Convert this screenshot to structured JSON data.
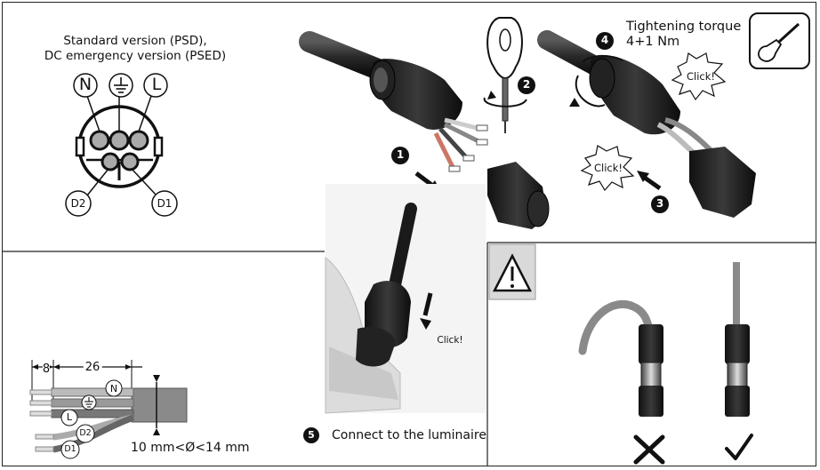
{
  "connector_header": {
    "line1": "Standard version (PSD),",
    "line2": "DC emergency version (PSED)"
  },
  "pins": {
    "n": "N",
    "l": "L",
    "d1": "D1",
    "d2": "D2",
    "ground_symbol": "ground-icon"
  },
  "wire_strip": {
    "dim_strip": "8",
    "dim_sheath": "26",
    "label_n": "N",
    "label_l": "L",
    "label_d1": "D1",
    "label_d2": "D2",
    "diameter": "10 mm<Ø<14 mm"
  },
  "steps": {
    "step1": "1",
    "step2": "2",
    "step3": "3",
    "step4": "4",
    "step5": "5",
    "torque_line1": "Tightening torque",
    "torque_line2": "4+1 Nm",
    "click": "Click!",
    "connect": "Connect to the luminaire"
  },
  "warning": {
    "icon": "warning-icon",
    "wrong_mark": "x-mark-icon",
    "right_mark": "check-mark-icon"
  },
  "tool_icon": "screwdriver-icon",
  "colors": {
    "border": "#222222",
    "connector_dark": "#1e1e1e",
    "panel_grey": "#d9d9d9",
    "cable_grey": "#8a8a8a"
  }
}
